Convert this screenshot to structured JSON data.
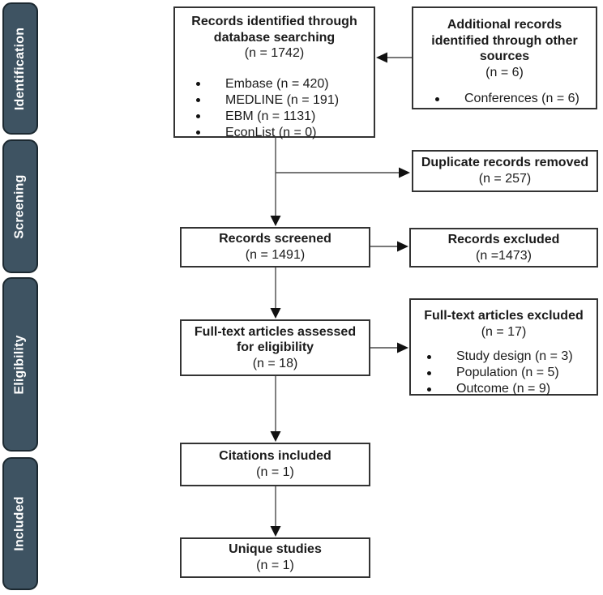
{
  "colors": {
    "background": "#ffffff",
    "sidebar_fill": "#3E5362",
    "sidebar_border": "#1B2830",
    "sidebar_text": "#ffffff",
    "box_border": "#333333",
    "text": "#1b1b1b",
    "arrow_line": "#4a4a4a",
    "arrow_head": "#111111"
  },
  "sidebar": {
    "stages": [
      {
        "label": "Identification"
      },
      {
        "label": "Screening"
      },
      {
        "label": "Eligibility"
      },
      {
        "label": "Included"
      }
    ]
  },
  "boxes": {
    "identified": {
      "title": "Records identified through database searching",
      "count": "(n = 1742)",
      "bullets": [
        "Embase (n = 420)",
        "MEDLINE (n = 191)",
        "EBM (n = 1131)",
        "EconList (n = 0)"
      ]
    },
    "additional": {
      "title": "Additional records identified through other sources",
      "count": "(n = 6)",
      "bullets": [
        "Conferences (n = 6)"
      ]
    },
    "duplicates": {
      "title": "Duplicate records removed",
      "count": "(n = 257)"
    },
    "screened": {
      "title": "Records screened",
      "count": "(n = 1491)"
    },
    "excluded": {
      "title": "Records excluded",
      "count": "(n =1473)"
    },
    "fulltext": {
      "title": "Full-text articles assessed for eligibility",
      "count": "(n = 18)"
    },
    "fulltext_excluded": {
      "title": "Full-text articles excluded",
      "count": "(n = 17)",
      "bullets": [
        "Study design (n = 3)",
        "Population (n = 5)",
        "Outcome (n = 9)"
      ]
    },
    "citations": {
      "title": "Citations included",
      "count": "(n = 1)"
    },
    "unique": {
      "title": "Unique studies",
      "count": "(n = 1)"
    }
  }
}
